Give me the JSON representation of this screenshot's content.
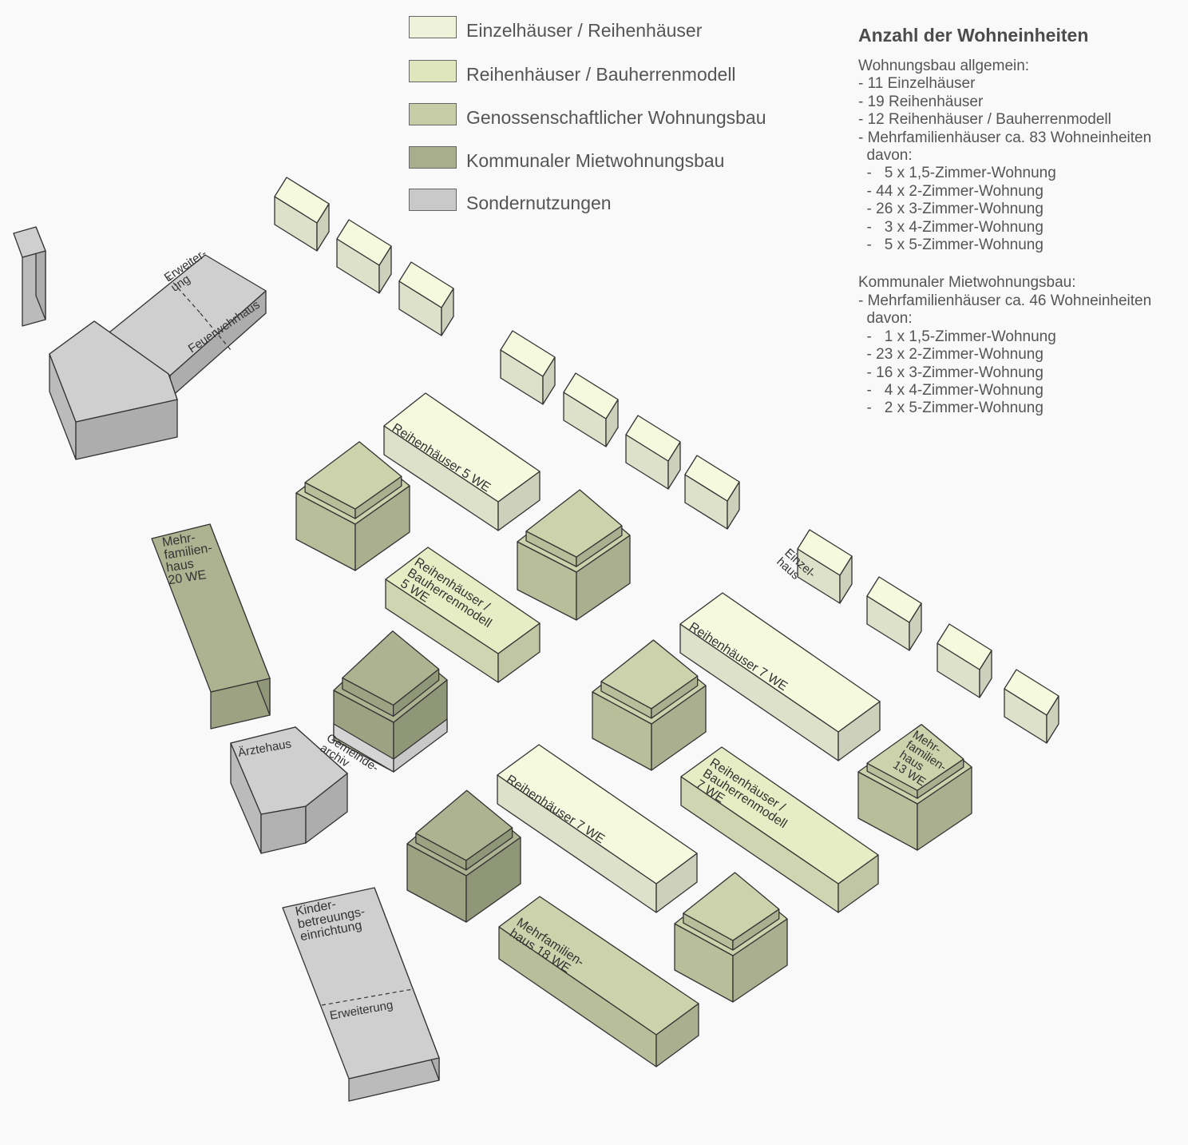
{
  "legend": {
    "items": [
      {
        "key": "einzel",
        "label": "Einzelhäuser / Reihenhäuser",
        "color": "#eef2d8"
      },
      {
        "key": "bauherren",
        "label": "Reihenhäuser / Bauherrenmodell",
        "color": "#dfe5bd"
      },
      {
        "key": "genossen",
        "label": "Genossenschaftlicher Wohnungsbau",
        "color": "#c6cca6"
      },
      {
        "key": "kommunal",
        "label": "Kommunaler Mietwohnungsbau",
        "color": "#a8ae8c"
      },
      {
        "key": "sonder",
        "label": "Sondernutzungen",
        "color": "#c9c9c9"
      }
    ]
  },
  "panel": {
    "title": "Anzahl der Wohneinheiten",
    "block1": [
      "Wohnungsbau allgemein:",
      "- 11 Einzelhäuser",
      "- 19 Reihenhäuser",
      "- 12 Reihenhäuser / Bauherrenmodell",
      "- Mehrfamilienhäuser ca. 83 Wohneinheiten",
      "  davon:",
      "  -   5 x 1,5-Zimmer-Wohnung",
      "  - 44 x 2-Zimmer-Wohnung",
      "  - 26 x 3-Zimmer-Wohnung",
      "  -   3 x 4-Zimmer-Wohnung",
      "  -   5 x 5-Zimmer-Wohnung"
    ],
    "block2": [
      "Kommunaler Mietwohnungsbau:",
      "- Mehrfamilienhäuser ca. 46 Wohneinheiten",
      "  davon:",
      "  -   1 x 1,5-Zimmer-Wohnung",
      "  - 23 x 2-Zimmer-Wohnung",
      "  - 16 x 3-Zimmer-Wohnung",
      "  -   4 x 4-Zimmer-Wohnung",
      "  -   2 x 5-Zimmer-Wohnung"
    ]
  },
  "labels": {
    "erweiterung_fw": [
      "Erweiter-",
      "ung"
    ],
    "feuerwehrhaus": [
      "Feuerwehrhaus"
    ],
    "reihen5": [
      "Reihenhäuser 5 WE"
    ],
    "mfh20": [
      "Mehr-",
      "familien-",
      "haus",
      "20 WE"
    ],
    "bauherren5": [
      "Reihenhäuser /",
      "Bauherrenmodell",
      "5 WE"
    ],
    "einzelhaus": [
      "Einzel-",
      "haus"
    ],
    "reihen7a": [
      "Reihenhäuser 7 WE"
    ],
    "aerztehaus": [
      "Ärztehaus"
    ],
    "gemeindearchiv": [
      "Gemeinde-",
      "archiv"
    ],
    "mfh13": [
      "Mehr-",
      "familien-",
      "haus",
      "13 WE"
    ],
    "bauherren7": [
      "Reihenhäuser /",
      "Bauherrenmodell",
      "7 WE"
    ],
    "reihen7b": [
      "Reihenhäuser 7 WE"
    ],
    "mfh18": [
      "Mehrfamilien-",
      "haus 18 WE"
    ],
    "kinder": [
      "Kinder-",
      "betreuungs-",
      "einrichtung"
    ],
    "erweiterung_k": [
      "Erweiterung"
    ]
  }
}
